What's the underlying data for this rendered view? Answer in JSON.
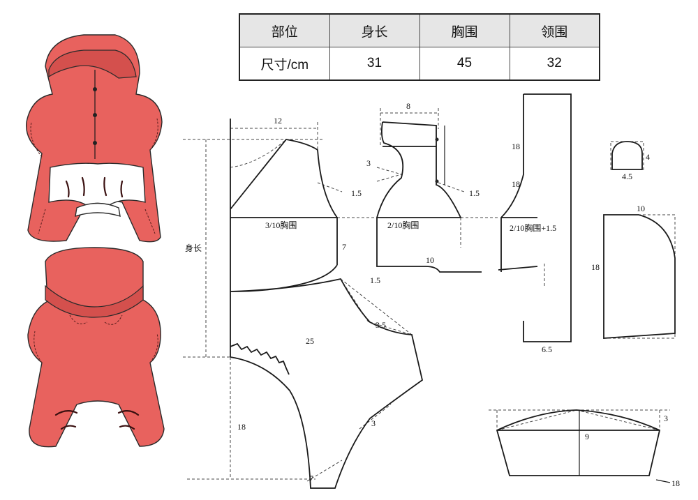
{
  "size_table": {
    "headers": [
      "部位",
      "身长",
      "胸围",
      "领围"
    ],
    "row": [
      "尺寸/cm",
      "31",
      "45",
      "32"
    ]
  },
  "labels": {
    "front_width": "12",
    "front_armhole": "1.5",
    "front_chest": "3/10胸围",
    "front_side": "7",
    "body_length": "身长",
    "leg_curve": "1.5",
    "crotch": "3.5",
    "leg_width": "25",
    "leg_length": "18",
    "leg_hem_curve": "3",
    "leg_hem": "7",
    "back_width": "8",
    "back_neck": "3",
    "back_armhole": "1.5",
    "back_chest": "2/10胸围",
    "back_hem": "10",
    "hood_top": "18",
    "hood_mid": "18",
    "hood_chest": "2/10胸围+1.5",
    "hood_bottom": "6.5",
    "pocket_height": "4",
    "pocket_width": "4.5",
    "sleeve_width": "10",
    "sleeve_length": "18",
    "cuff_height": "3",
    "cuff_mid": "9",
    "cuff_length": "18"
  },
  "colors": {
    "garment": "#e8625e",
    "garment_shadow": "#d4504d",
    "line": "#1a1a1a"
  }
}
